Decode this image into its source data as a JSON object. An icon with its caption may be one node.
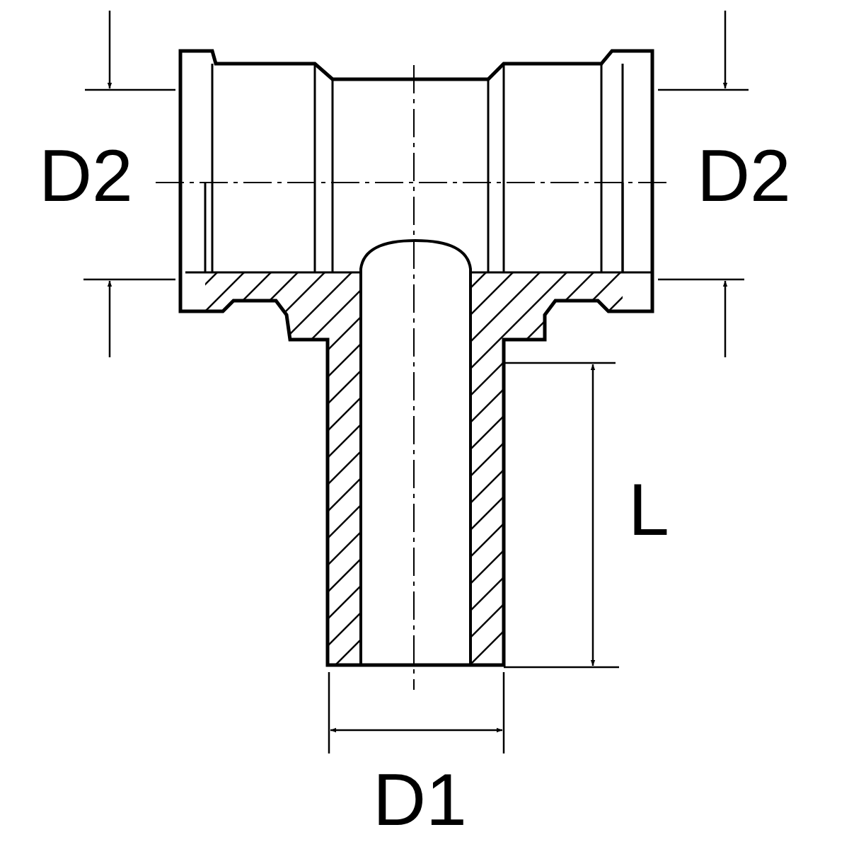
{
  "diagram": {
    "labels": [
      "D2",
      "D2",
      "L",
      "D1"
    ]
  }
}
